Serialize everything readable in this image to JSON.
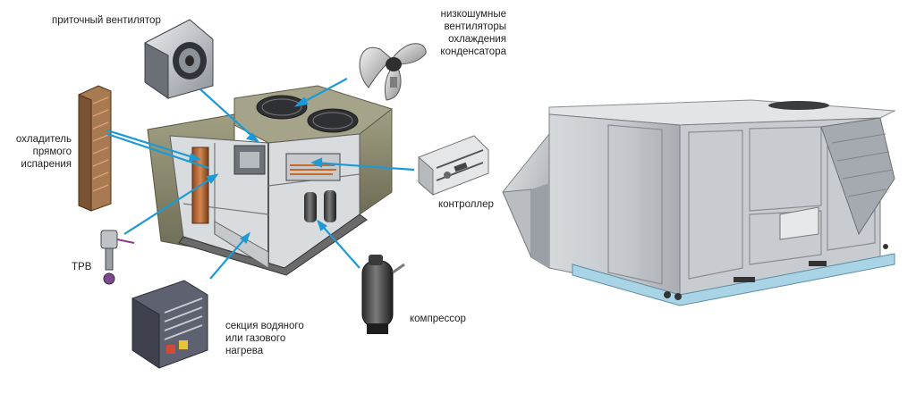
{
  "labels": {
    "supply_fan": "приточный вентилятор",
    "condenser_fans": "низкошумные вентиляторы\nохлаждения конденсатора",
    "evaporator": "охладитель\nпрямого\nиспарения",
    "controller": "контроллер",
    "trv": "ТРВ",
    "compressor": "компрессор",
    "heating_section": "секция водяного\nили газового\nнагрева"
  },
  "colors": {
    "arrow": "#1c9ad6",
    "cabinet_olive": "#8b8a6f",
    "cabinet_grey": "#c9ccd0",
    "copper": "#b5673a"
  }
}
